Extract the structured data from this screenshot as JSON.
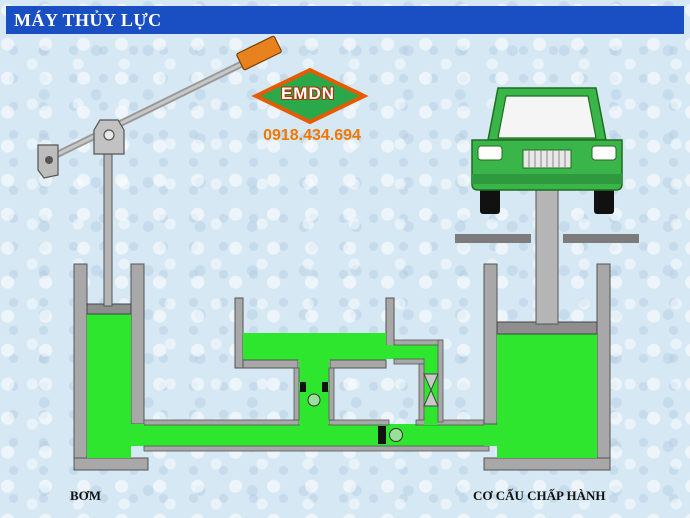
{
  "title": "MÁY THỦY LỰC",
  "labels": {
    "pump": "BƠM",
    "actuator": "CƠ CẤU CHẤP HÀNH"
  },
  "watermark": {
    "logo": "EMDN",
    "phone": "0918.434.694"
  },
  "colors": {
    "title_bar": "#1a4fc4",
    "fluid": "#2ee62e",
    "wall": "#a8a8a8",
    "car": "#39b54a",
    "handle": "#e8821e",
    "phone": "#f07800"
  }
}
